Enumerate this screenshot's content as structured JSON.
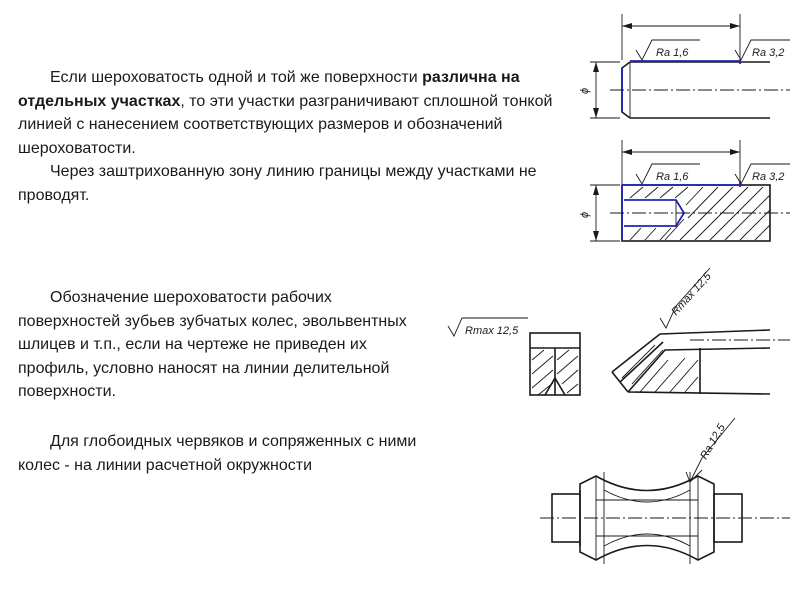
{
  "paragraph1": {
    "line1_prefix": "Если шероховатость одной и той же поверхности",
    "bold": "различна на отдельных участках",
    "after_bold": ", то эти участки разграничивают сплошной тонкой линией с нанесением соответствующих размеров и обозначений шероховатости.",
    "second_sentence": "Через заштрихованную зону линию границы между участками не проводят."
  },
  "paragraph2": "Обозначение шероховатости рабочих поверхностей зубьев зубчатых колес, эвольвентных шлицев и т.п., если на чертеже не приведен их профиль, условно наносят на линии делительной поверхности.",
  "paragraph3": "Для  глобоидных червяков и сопряженных с ними колес - на линии расчетной окружности",
  "drawing_labels": {
    "ra16_top": "Ra 1,6",
    "ra32_top": "Ra 3,2",
    "ra16_mid": "Ra 1,6",
    "ra32_mid": "Ra 3,2",
    "diameter": "ϕ",
    "rmax_left": "Rmax 12,5",
    "rmax_right": "Rmax 12,5",
    "ra125": "Ra 12,5"
  },
  "colors": {
    "text": "#1a1a1a",
    "boundary": "#2323b8"
  }
}
